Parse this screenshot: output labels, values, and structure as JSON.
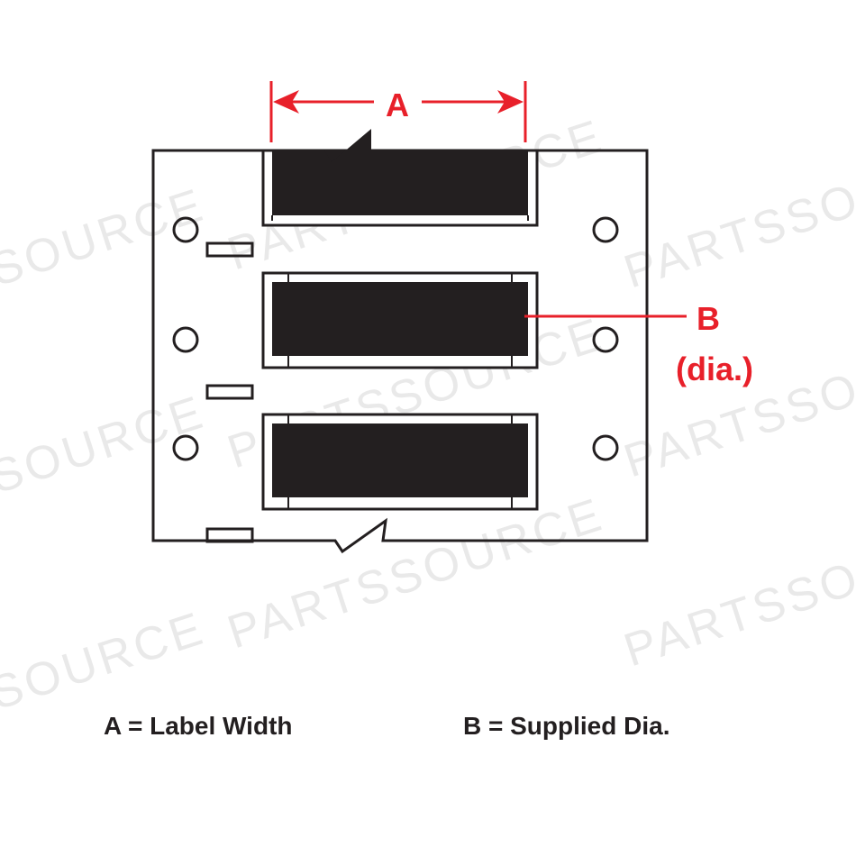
{
  "watermark": "PARTSSOURCE",
  "labels": {
    "a": "A",
    "b": "B",
    "b_sub": "(dia.)"
  },
  "legend": {
    "a": "A = Label Width",
    "b": "B = Supplied Dia."
  },
  "colors": {
    "dimension": "#e8202a",
    "sleeve": "#231f20",
    "outline": "#231f20"
  }
}
